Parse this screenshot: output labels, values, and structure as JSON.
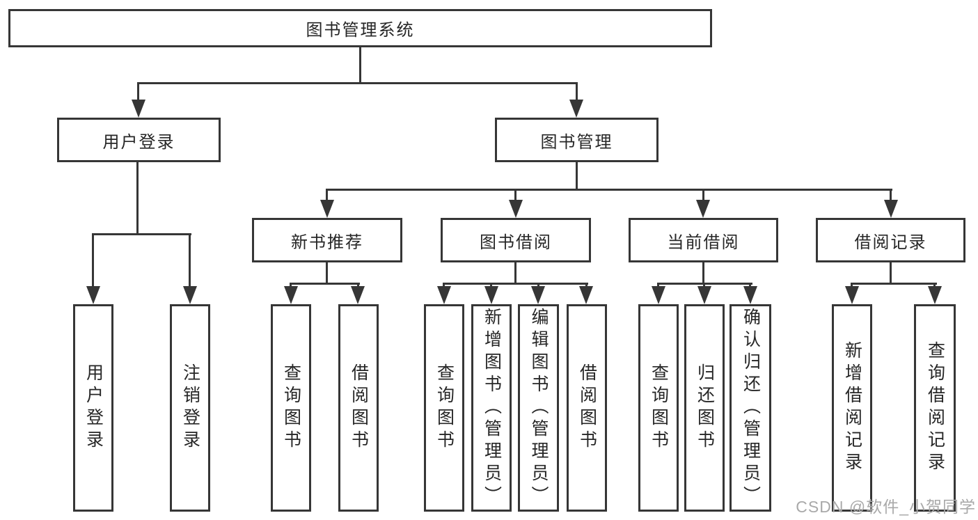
{
  "tree": {
    "root": {
      "label": "图书管理系统"
    },
    "branches": [
      {
        "label": "用户登录",
        "children": [
          "用户登录",
          "注销登录"
        ]
      },
      {
        "label": "图书管理",
        "groups": [
          {
            "label": "新书推荐",
            "children": [
              "查询图书",
              "借阅图书"
            ]
          },
          {
            "label": "图书借阅",
            "children": [
              "查询图书",
              "新增图书（管理员）",
              "编辑图书（管理员）",
              "借阅图书"
            ]
          },
          {
            "label": "当前借阅",
            "children": [
              "查询图书",
              "归还图书",
              "确认归还（管理员）"
            ]
          },
          {
            "label": "借阅记录",
            "children": [
              "新增借阅记录",
              "查询借阅记录"
            ]
          }
        ]
      }
    ]
  },
  "watermark": "CSDN @软件_小贺同学",
  "colors": {
    "line": "#363636",
    "box_border": "#363636",
    "text": "#262626",
    "background": "#ffffff",
    "watermark": "#a9a9a9"
  }
}
